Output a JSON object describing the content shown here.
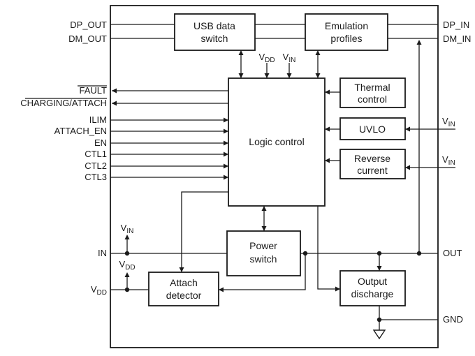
{
  "diagram_type": "functional-block-diagram",
  "blocks": {
    "usb_data_switch": {
      "line1": "USB data",
      "line2": "switch"
    },
    "emulation_profiles": {
      "line1": "Emulation",
      "line2": "profiles"
    },
    "logic_control": {
      "line1": "Logic control"
    },
    "thermal_control": {
      "line1": "Thermal",
      "line2": "control"
    },
    "uvlo": {
      "line1": "UVLO"
    },
    "reverse_current": {
      "line1": "Reverse",
      "line2": "current"
    },
    "power_switch": {
      "line1": "Power",
      "line2": "switch"
    },
    "attach_detector": {
      "line1": "Attach",
      "line2": "detector"
    },
    "output_discharge": {
      "line1": "Output",
      "line2": "discharge"
    }
  },
  "pins": {
    "left": {
      "dp_out": "DP_OUT",
      "dm_out": "DM_OUT",
      "fault": "FAULT",
      "charging_attach": "CHARGING/ATTACH",
      "ilim": "ILIM",
      "attach_en": "ATTACH_EN",
      "en": "EN",
      "ctl1": "CTL1",
      "ctl2": "CTL2",
      "ctl3": "CTL3",
      "in": "IN",
      "vdd": {
        "main": "V",
        "sub": "DD"
      }
    },
    "right": {
      "dp_in": "DP_IN",
      "dm_in": "DM_IN",
      "vin_uvlo": {
        "main": "V",
        "sub": "IN"
      },
      "vin_reverse": {
        "main": "V",
        "sub": "IN"
      },
      "out": "OUT",
      "gnd": "GND"
    },
    "internal": {
      "vdd_top": {
        "main": "V",
        "sub": "DD"
      },
      "vin_top": {
        "main": "V",
        "sub": "IN"
      },
      "vin_tap": {
        "main": "V",
        "sub": "IN"
      },
      "vdd_tap": {
        "main": "V",
        "sub": "DD"
      }
    }
  },
  "colors": {
    "line": "#1a1a1a",
    "text": "#1a1a1a",
    "background": "#ffffff"
  }
}
